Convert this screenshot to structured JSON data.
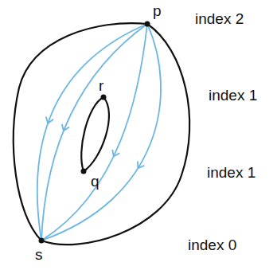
{
  "diagram": {
    "labels": [
      "p",
      "r",
      "q",
      "s",
      "index 2",
      "index 1",
      "index 1",
      "index 0"
    ]
  }
}
